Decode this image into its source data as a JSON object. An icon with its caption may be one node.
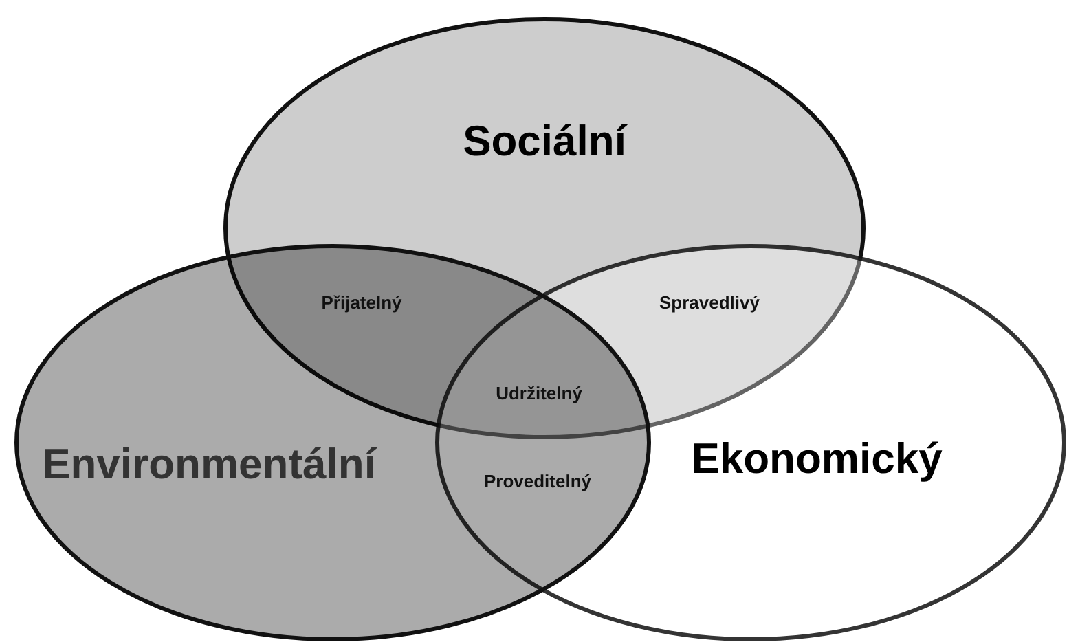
{
  "diagram": {
    "nodes": [
      {
        "text": [
          "Sociální"
        ]
      },
      {
        "text": [
          "Ekonomický"
        ]
      },
      {
        "text": [
          "Environmentální"
        ]
      }
    ],
    "labels": [
      "Přijatelný",
      "Spravedlivý",
      "Udržitelný",
      "Proveditelný"
    ]
  }
}
